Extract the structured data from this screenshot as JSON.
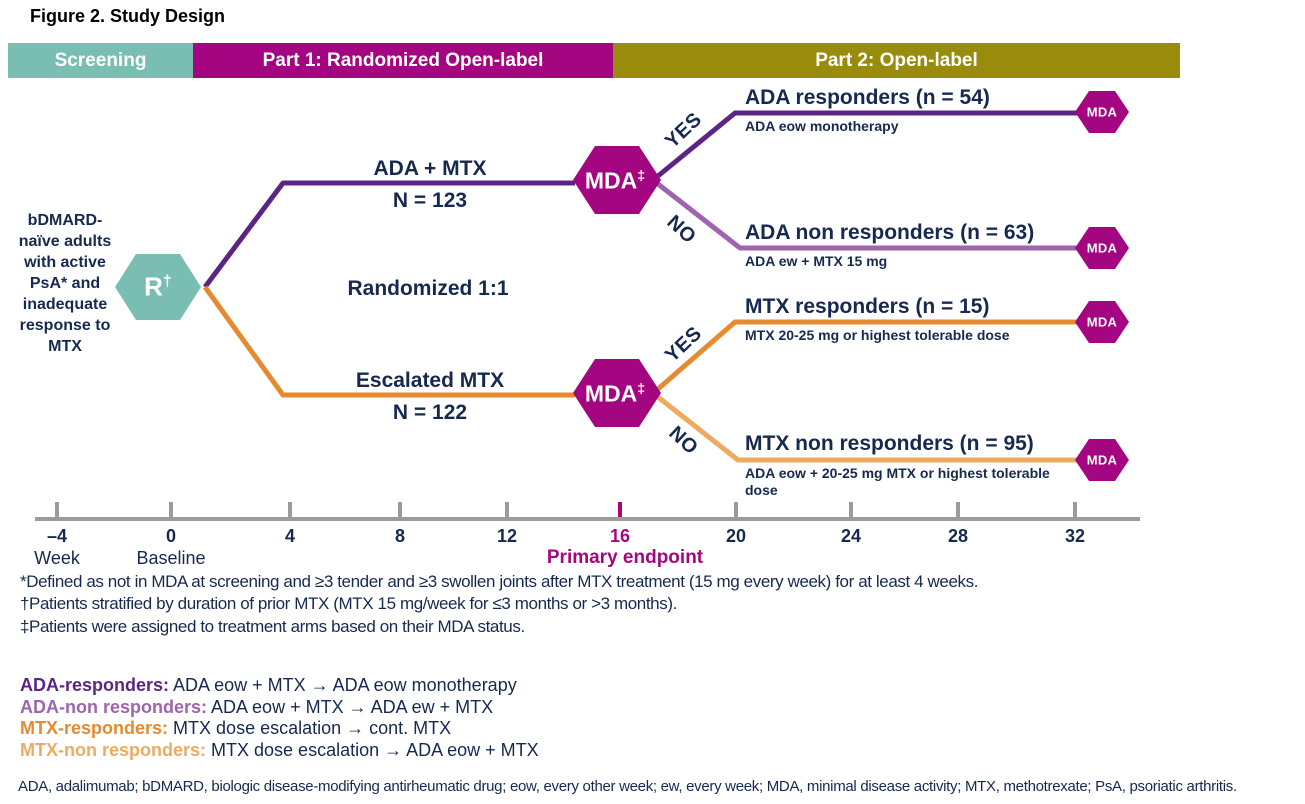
{
  "title": "Figure 2. Study Design",
  "colors": {
    "screening_teal": "#7ABEB3",
    "part1_magenta": "#A30680",
    "part2_olive": "#998B0B",
    "navy_text": "#16294F",
    "ada_responder_purple": "#5C2483",
    "ada_nonresponder_purple": "#9E64AD",
    "mtx_responder_orange": "#E68A2F",
    "mtx_nonresponder_orange": "#EDAB62",
    "mda_hexagon_magenta": "#A30680",
    "axis_gray": "#9B9B9B"
  },
  "phases": [
    {
      "label": "Screening"
    },
    {
      "label": "Part 1: Randomized Open-label"
    },
    {
      "label": "Part 2: Open-label"
    }
  ],
  "population": {
    "text": "bDMARD-naïve adults with active PsA* and inadequate response to MTX"
  },
  "randomization": {
    "letter": "R",
    "dagger": "†",
    "ratio_label": "Randomized 1:1"
  },
  "arms": [
    {
      "name": "ADA + MTX",
      "n_label": "N = 123"
    },
    {
      "name": "Escalated MTX",
      "n_label": "N = 122"
    }
  ],
  "decision": {
    "label": "MDA",
    "mark": "‡",
    "yes": "YES",
    "no": "NO"
  },
  "endpoint_hex_label": "MDA",
  "outcomes": [
    {
      "title": "ADA responders (n = 54)",
      "subtitle": "ADA eow monotherapy"
    },
    {
      "title": "ADA non responders (n = 63)",
      "subtitle": "ADA ew + MTX 15 mg"
    },
    {
      "title": "MTX responders (n = 15)",
      "subtitle": "MTX 20-25 mg or highest tolerable dose"
    },
    {
      "title": "MTX non responders (n = 95)",
      "subtitle": "ADA eow + 20-25 mg MTX or highest tolerable dose"
    }
  ],
  "timeline": {
    "ticks": [
      "–4",
      "0",
      "4",
      "8",
      "12",
      "16",
      "20",
      "24",
      "28",
      "32"
    ],
    "week_label": "Week",
    "baseline_label": "Baseline",
    "primary_endpoint_label": "Primary endpoint",
    "primary_endpoint_week": "16"
  },
  "footnotes": [
    "*Defined as not in MDA at screening and ≥3 tender and ≥3 swollen joints after MTX treatment (15 mg every week) for at least 4 weeks.",
    "†Patients stratified by duration of prior MTX (MTX 15 mg/week for ≤3 months or >3 months).",
    "‡Patients were assigned to treatment arms based on their MDA status."
  ],
  "legend": [
    {
      "label": "ADA-responders:",
      "text": "ADA eow + MTX → ADA eow monotherapy",
      "color": "#5C2483"
    },
    {
      "label": "ADA-non responders:",
      "text": "ADA eow + MTX → ADA ew + MTX",
      "color": "#9E64AD"
    },
    {
      "label": "MTX-responders:",
      "text": "MTX dose escalation → cont. MTX",
      "color": "#E68A2F"
    },
    {
      "label": "MTX-non responders:",
      "text": "MTX dose escalation → ADA eow + MTX",
      "color": "#EDAB62"
    }
  ],
  "abbreviations": "ADA, adalimumab; bDMARD, biologic disease-modifying antirheumatic drug; eow, every other week; ew, every week; MDA, minimal disease activity; MTX, methotrexate; PsA, psoriatic arthritis."
}
